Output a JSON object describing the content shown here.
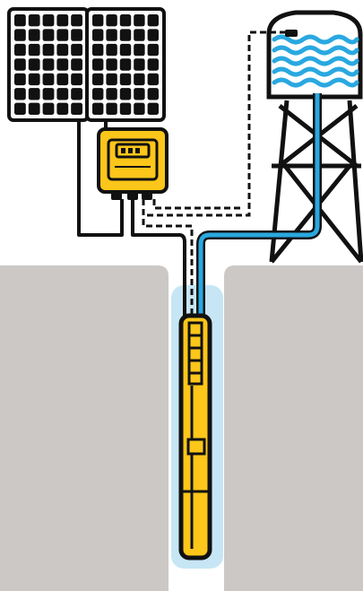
{
  "diagram": {
    "type": "solar-water-pumping-system",
    "components": [
      {
        "name": "solar-panel-array",
        "panels": 2
      },
      {
        "name": "pump-controller"
      },
      {
        "name": "water-tank-on-tower",
        "has_float_switch": true
      },
      {
        "name": "submersible-pump-in-borehole"
      }
    ],
    "connections": [
      {
        "from": "solar-panel-array",
        "to": "pump-controller",
        "style": "solid-black-power-cable"
      },
      {
        "from": "pump-controller",
        "to": "submersible-pump-in-borehole",
        "style": "solid-black-power-cable"
      },
      {
        "from": "pump-controller",
        "to": "water-tank-on-tower",
        "style": "dashed-black-sensor-cable"
      },
      {
        "from": "submersible-pump-in-borehole",
        "to": "water-tank-on-tower",
        "style": "blue-water-pipe"
      }
    ]
  },
  "colors": {
    "outline": "#111111",
    "ground": "#cbc8c6",
    "borehole_water": "#c6e6f5",
    "pipe_and_tank_water": "#29a8e0",
    "equipment_yellow": "#fcc61a",
    "panel_cell_fill": "#111111",
    "background": "#ffffff"
  }
}
